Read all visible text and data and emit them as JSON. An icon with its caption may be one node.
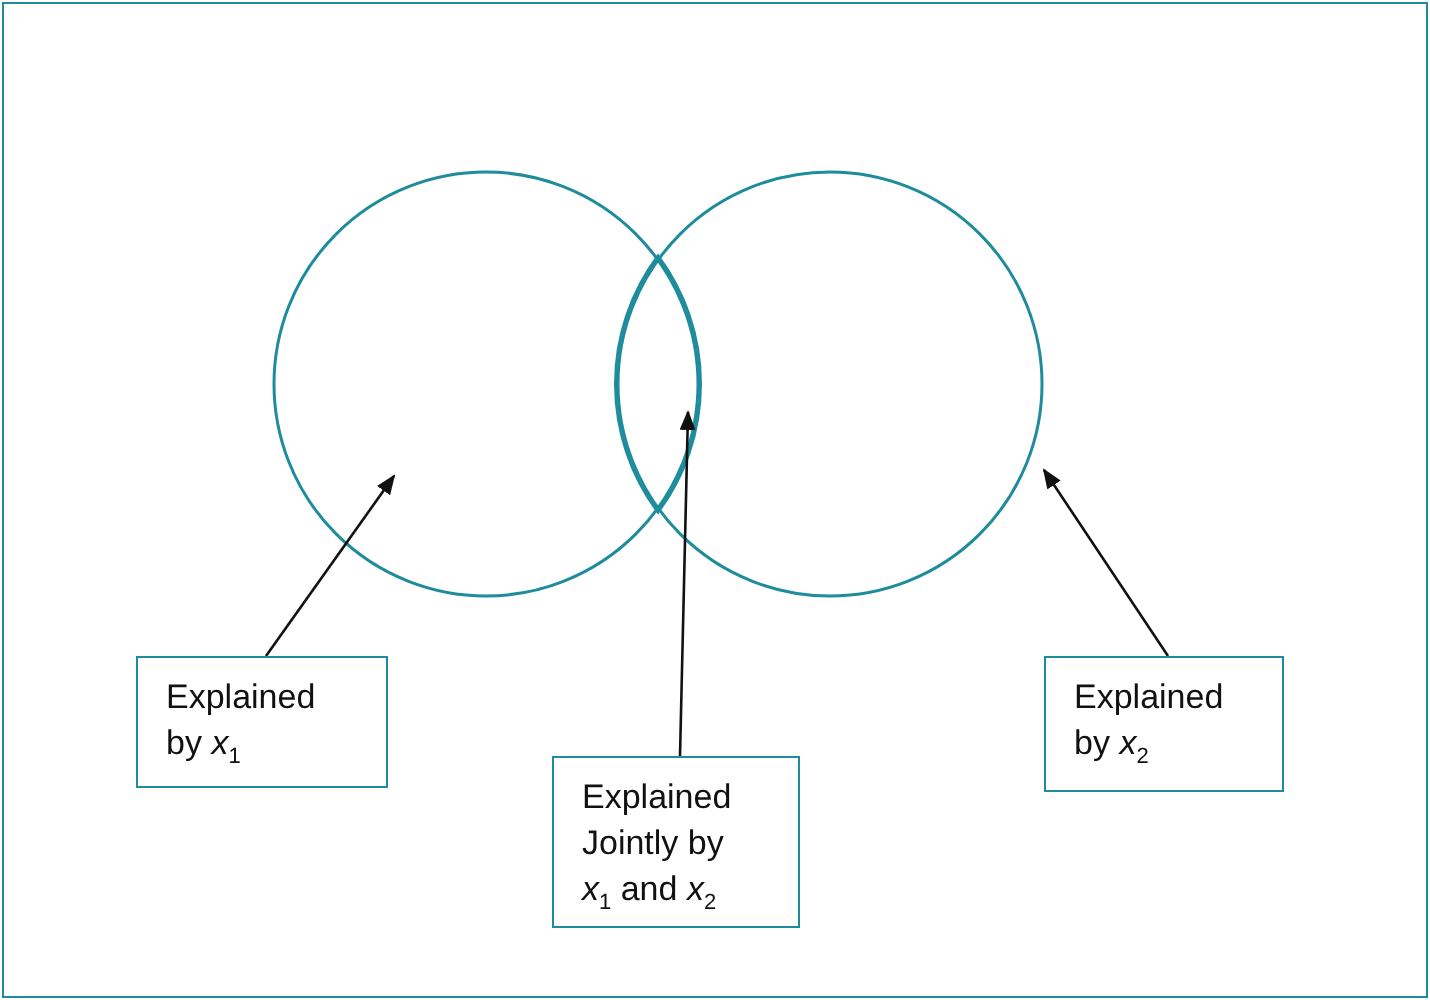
{
  "diagram": {
    "nodes": [
      {
        "text": [],
        "shape": "circle"
      },
      {
        "text": [],
        "shape": "lens"
      },
      {
        "text": [],
        "shape": "circle"
      },
      {
        "text": [
          "Explained by *x*$_{1}$"
        ]
      },
      {
        "text": [
          "Explained Jointly by *x*$_{1}$ and *x*$_{2}$"
        ]
      },
      {
        "text": [
          "Explained by *x*$_{2}$"
        ]
      }
    ],
    "edges": [
      {
        "from": 3,
        "to": 0,
        "arrow": "to"
      },
      {
        "from": 4,
        "to": 1,
        "arrow": "to"
      },
      {
        "from": 5,
        "to": 2,
        "arrow": "to"
      }
    ]
  }
}
